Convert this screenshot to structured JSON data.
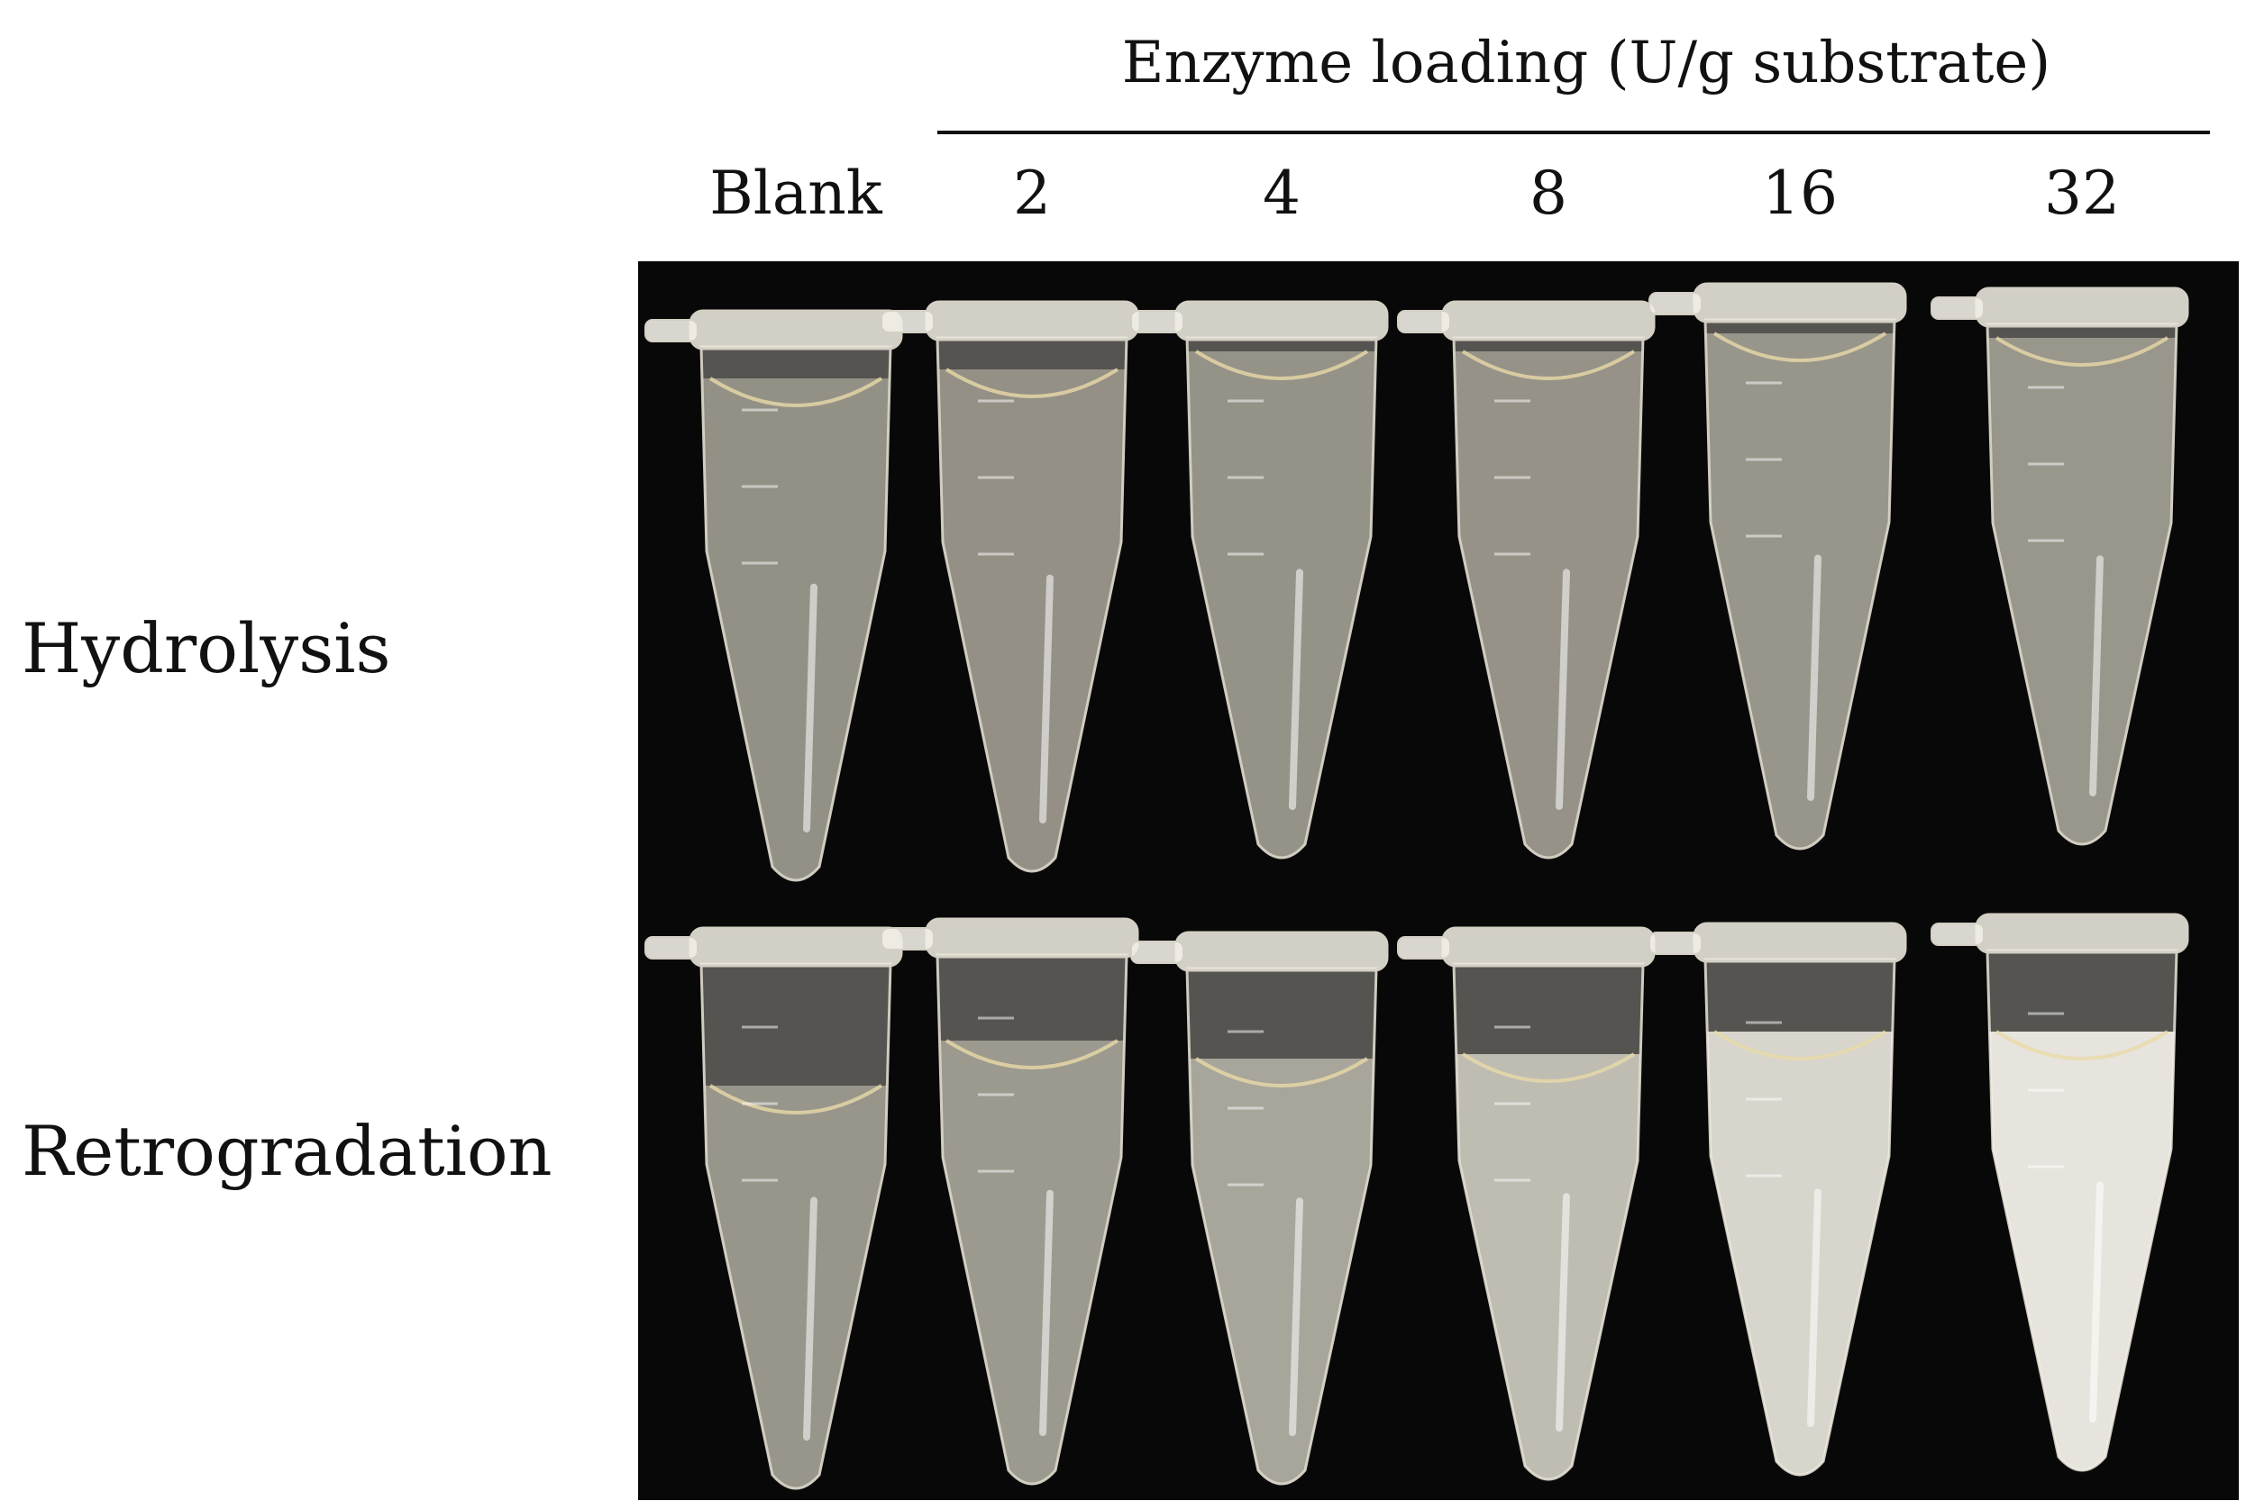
{
  "header": {
    "title": "Enzyme loading (U/g substrate)"
  },
  "columns": [
    {
      "label": "Blank",
      "enzyme_loading": null
    },
    {
      "label": "2",
      "enzyme_loading": 2
    },
    {
      "label": "4",
      "enzyme_loading": 4
    },
    {
      "label": "8",
      "enzyme_loading": 8
    },
    {
      "label": "16",
      "enzyme_loading": 16
    },
    {
      "label": "32",
      "enzyme_loading": 32
    }
  ],
  "rows": [
    {
      "label": "Hydrolysis",
      "tubes": [
        {
          "turbidity": 0.05
        },
        {
          "turbidity": 0.06
        },
        {
          "turbidity": 0.07
        },
        {
          "turbidity": 0.08
        },
        {
          "turbidity": 0.1
        },
        {
          "turbidity": 0.12
        }
      ]
    },
    {
      "label": "Retrogradation",
      "tubes": [
        {
          "turbidity": 0.1
        },
        {
          "turbidity": 0.15
        },
        {
          "turbidity": 0.3
        },
        {
          "turbidity": 0.55
        },
        {
          "turbidity": 0.8
        },
        {
          "turbidity": 0.95
        }
      ]
    }
  ],
  "colors": {
    "background": "#080808",
    "tube_plastic": "#e4e2d8",
    "sample_clear": "#d8d2c0",
    "sample_turbid": "#f4f2ea"
  }
}
